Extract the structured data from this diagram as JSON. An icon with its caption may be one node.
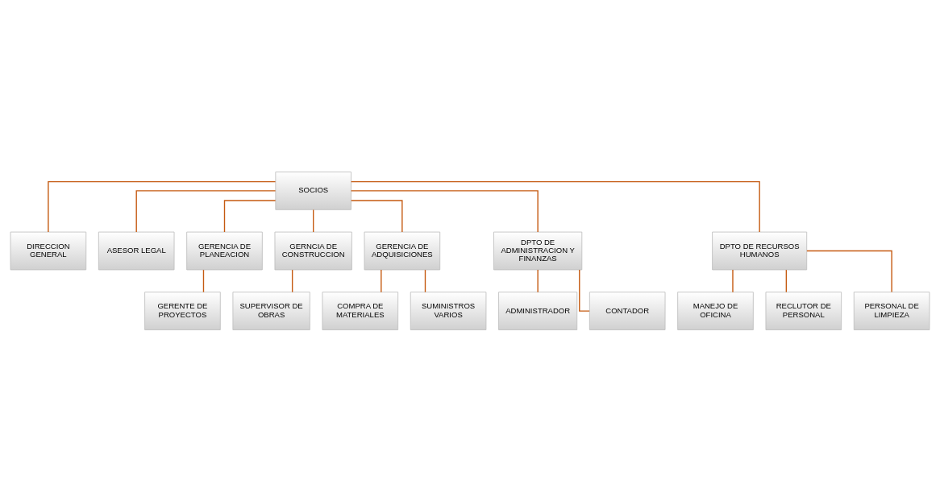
{
  "diagram": {
    "nodes": [
      {
        "text": [
          "SOCIOS"
        ]
      },
      {
        "text": [
          "DIRECCION GENERAL"
        ]
      },
      {
        "text": [
          "ASESOR LEGAL"
        ]
      },
      {
        "text": [
          "GERENCIA DE PLANEACION"
        ]
      },
      {
        "text": [
          "GERNCIA DE CONSTRUCCION"
        ]
      },
      {
        "text": [
          "GERENCIA DE ADQUISICIONES"
        ]
      },
      {
        "text": [
          "DPTO DE ADMINISTRACION Y FINANZAS"
        ]
      },
      {
        "text": [
          "DPTO DE RECURSOS HUMANOS"
        ]
      },
      {
        "text": [
          "GERENTE DE PROYECTOS"
        ]
      },
      {
        "text": [
          "SUPERVISOR DE OBRAS"
        ]
      },
      {
        "text": [
          "COMPRA DE MATERIALES"
        ]
      },
      {
        "text": [
          "SUMINISTROS VARIOS"
        ]
      },
      {
        "text": [
          "ADMINISTRADOR"
        ]
      },
      {
        "text": [
          "CONTADOR"
        ]
      },
      {
        "text": [
          "MANEJO DE OFICINA"
        ]
      },
      {
        "text": [
          "RECLUTOR DE PERSONAL"
        ]
      },
      {
        "text": [
          "PERSONAL DE LIMPIEZA"
        ]
      }
    ],
    "edges": [
      {
        "from": 0,
        "to": 1,
        "arrow": "none"
      },
      {
        "from": 0,
        "to": 2,
        "arrow": "none"
      },
      {
        "from": 0,
        "to": 3,
        "arrow": "none"
      },
      {
        "from": 0,
        "to": 4,
        "arrow": "none"
      },
      {
        "from": 0,
        "to": 5,
        "arrow": "none"
      },
      {
        "from": 0,
        "to": 6,
        "arrow": "none"
      },
      {
        "from": 0,
        "to": 7,
        "arrow": "none"
      },
      {
        "from": 3,
        "to": 8,
        "arrow": "none"
      },
      {
        "from": 4,
        "to": 9,
        "arrow": "none"
      },
      {
        "from": 5,
        "to": 10,
        "arrow": "none"
      },
      {
        "from": 5,
        "to": 11,
        "arrow": "none"
      },
      {
        "from": 6,
        "to": 12,
        "arrow": "none"
      },
      {
        "from": 6,
        "to": 13,
        "arrow": "none"
      },
      {
        "from": 7,
        "to": 14,
        "arrow": "none"
      },
      {
        "from": 7,
        "to": 15,
        "arrow": "none"
      },
      {
        "from": 7,
        "to": 16,
        "arrow": "none"
      }
    ]
  }
}
